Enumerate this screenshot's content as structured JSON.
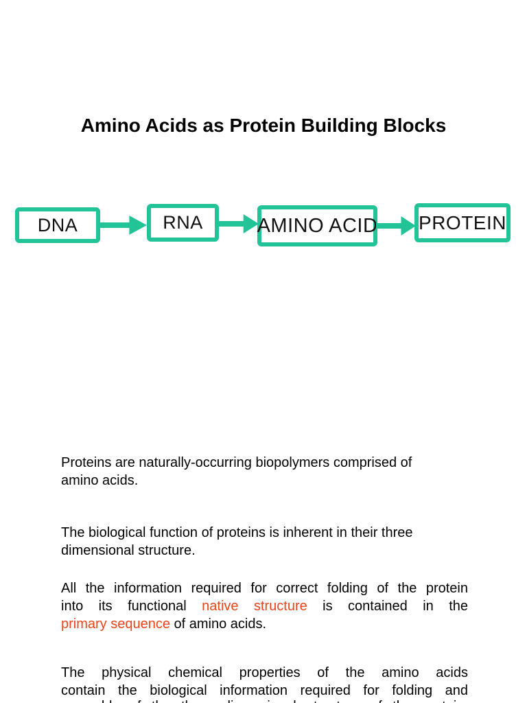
{
  "title": "Amino Acids as Protein Building Blocks",
  "colors": {
    "teal": "#22c397",
    "accent_orange": "#ec4317",
    "text_black": "#000000",
    "page_background": "#ffffff"
  },
  "diagram": {
    "boxes": [
      {
        "label": "DNA"
      },
      {
        "label": "RNA"
      },
      {
        "label": "AMINO ACID"
      },
      {
        "label": "PROTEIN"
      }
    ]
  },
  "body_text": {
    "p1": {
      "lines": [
        {
          "segments": [
            {
              "t": "Proteins are naturally-occurring biopolymers comprised of"
            }
          ]
        },
        {
          "segments": [
            {
              "t": "amino acids."
            }
          ]
        }
      ]
    },
    "p2": {
      "lines": [
        {
          "segments": [
            {
              "t": "The biological function of proteins is inherent in their three"
            }
          ]
        },
        {
          "segments": [
            {
              "t": "dimensional structure."
            }
          ]
        }
      ]
    },
    "p3": {
      "lines": [
        {
          "justify": true,
          "segments": [
            {
              "t": "All the information required for correct folding of the protein"
            }
          ]
        },
        {
          "justify": true,
          "segments": [
            {
              "t": "into its functional "
            },
            {
              "t": "native structure",
              "accent": true
            },
            {
              "t": " is contained in the"
            }
          ]
        },
        {
          "segments": [
            {
              "t": "primary sequence",
              "accent": true
            },
            {
              "t": " of amino acids."
            }
          ]
        }
      ]
    },
    "p4": {
      "lines": [
        {
          "justify": true,
          "segments": [
            {
              "t": "The physical chemical properties of the amino acids"
            }
          ]
        },
        {
          "justify": true,
          "segments": [
            {
              "t": "contain the biological information required for folding and"
            }
          ]
        }
      ]
    },
    "clipped_line": {
      "lines": [
        {
          "justify": true,
          "segments": [
            {
              "t": "assembly of the three dimensional structure of the protein."
            }
          ]
        }
      ]
    }
  }
}
